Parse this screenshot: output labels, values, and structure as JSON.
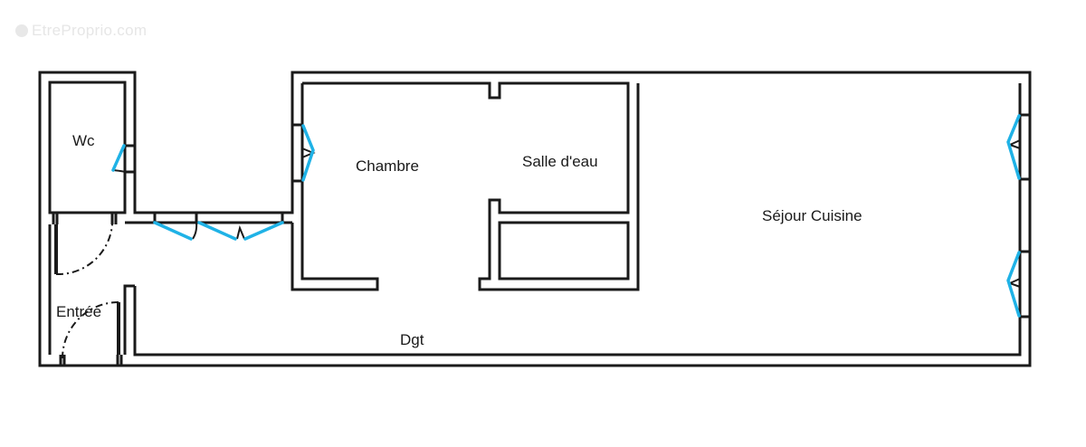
{
  "watermark": {
    "text": "EtreProprio.com",
    "icon": "copyright-icon"
  },
  "colors": {
    "wall": "#1a1a1a",
    "window": "#1fb2e6",
    "background": "#ffffff",
    "watermark": "#e6e6e6"
  },
  "rooms": [
    {
      "id": "wc",
      "label": "Wc"
    },
    {
      "id": "chambre",
      "label": "Chambre"
    },
    {
      "id": "salle-eau",
      "label": "Salle d'eau"
    },
    {
      "id": "sejour-cuisine",
      "label": "Séjour Cuisine"
    },
    {
      "id": "entree",
      "label": "Entrée"
    },
    {
      "id": "dgt",
      "label": "Dgt"
    }
  ]
}
